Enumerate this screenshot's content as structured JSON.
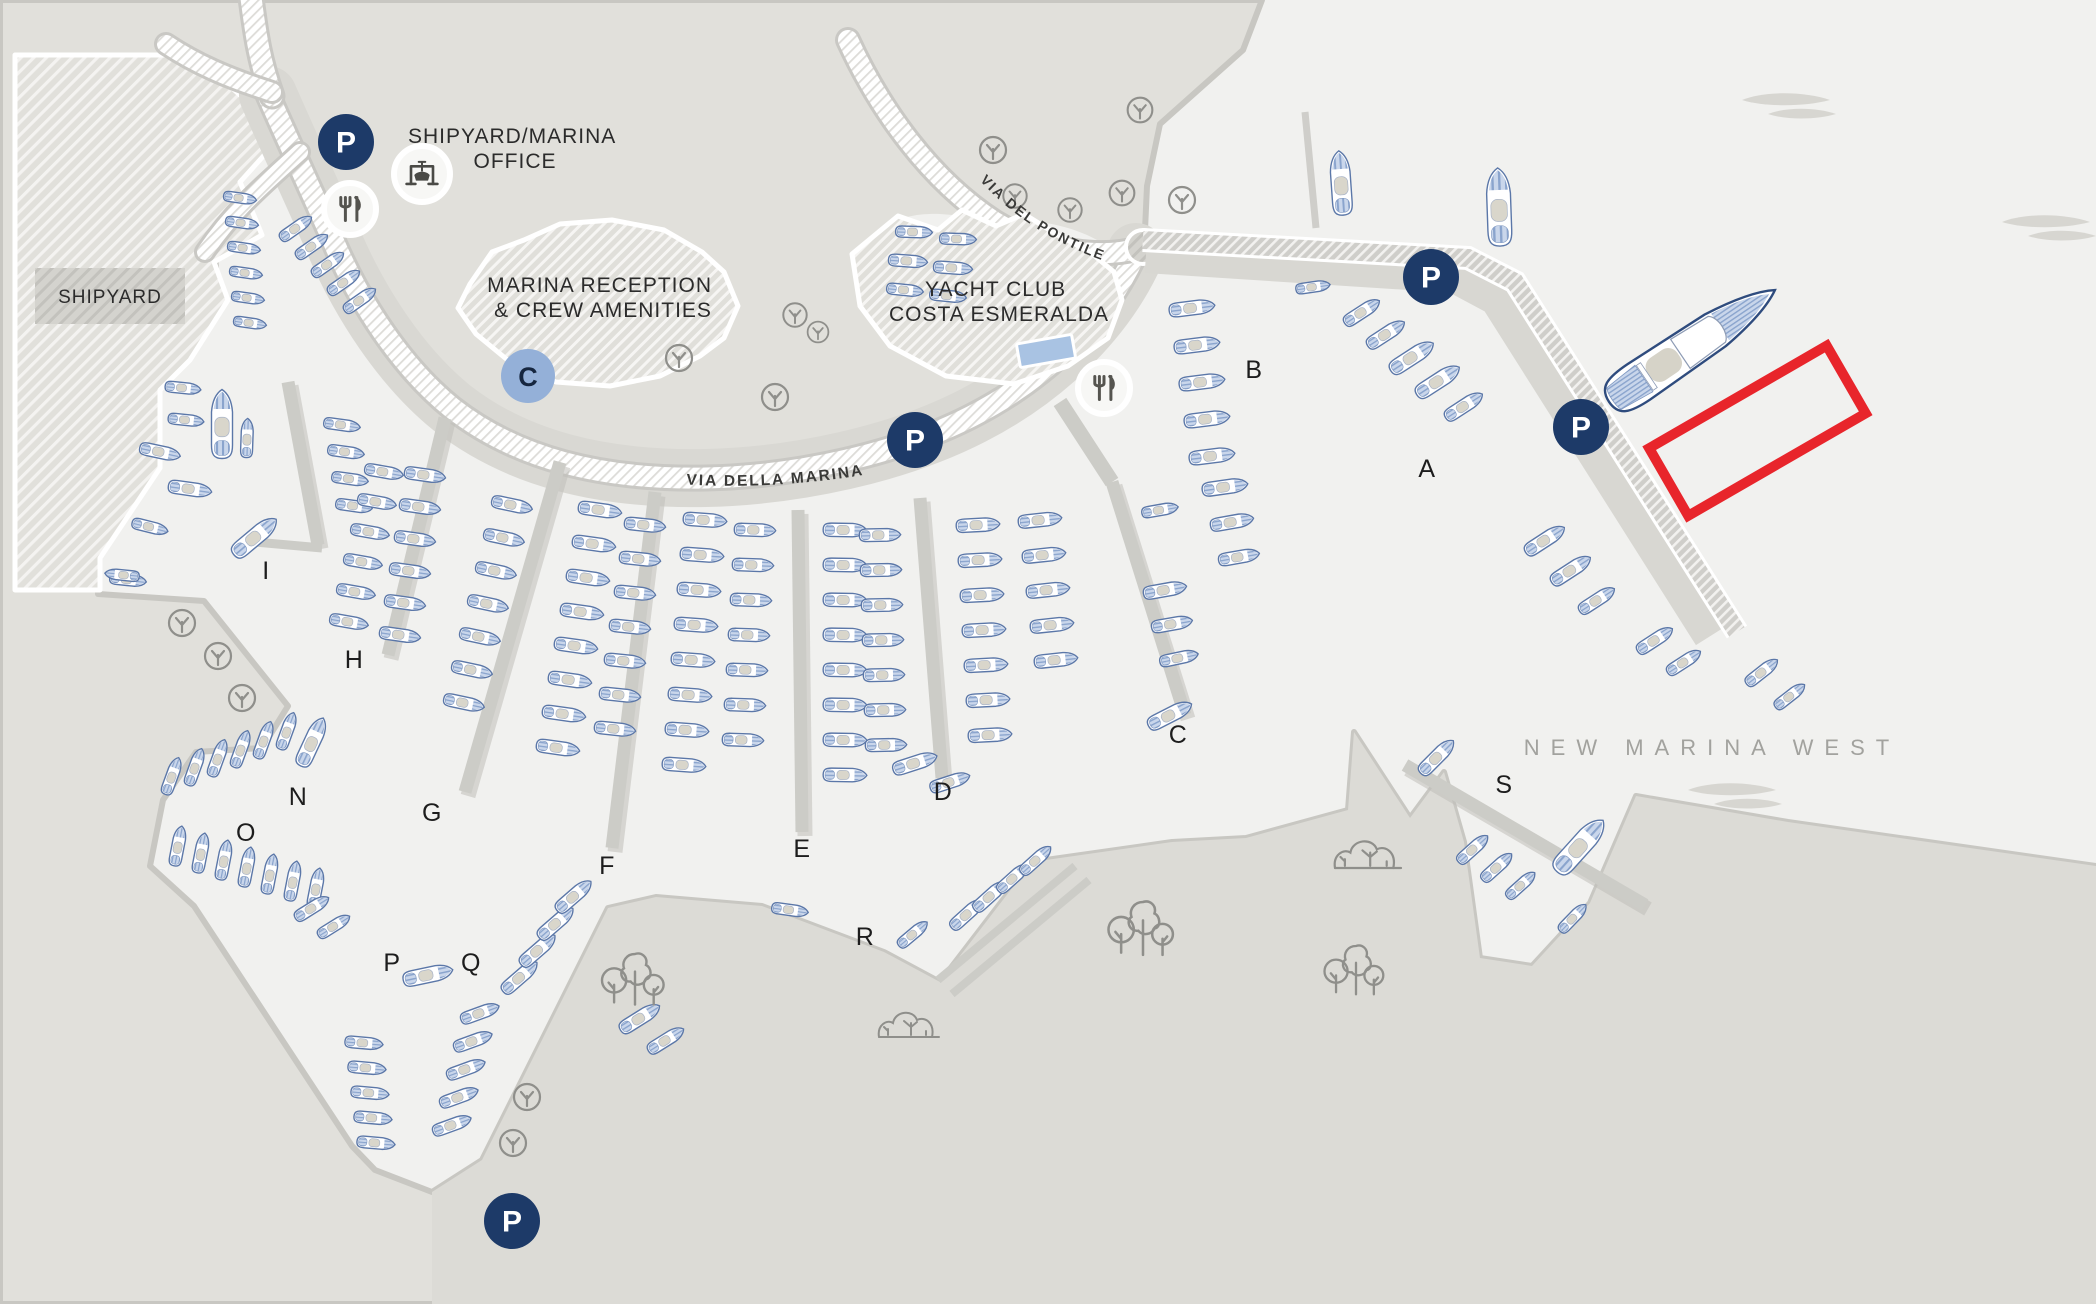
{
  "regions": {
    "shipyard": {
      "label": "SHIPYARD"
    },
    "office": {
      "lines": [
        "SHIPYARD/MARINA",
        "OFFICE"
      ]
    },
    "reception": {
      "lines": [
        "MARINA RECEPTION",
        "& CREW AMENITIES"
      ]
    },
    "yacht_club": {
      "lines": [
        "YACHT CLUB",
        "COSTA ESMERALDA"
      ]
    },
    "new_marina_west": {
      "label": "NEW MARINA WEST"
    }
  },
  "roads": {
    "via_della_marina": "VIA DELLA MARINA",
    "via_del_pontile": "VIA DEL PONTILE"
  },
  "docks": [
    {
      "label": "A"
    },
    {
      "label": "B"
    },
    {
      "label": "C"
    },
    {
      "label": "D"
    },
    {
      "label": "E"
    },
    {
      "label": "F"
    },
    {
      "label": "G"
    },
    {
      "label": "H"
    },
    {
      "label": "I"
    },
    {
      "label": "N"
    },
    {
      "label": "O"
    },
    {
      "label": "P"
    },
    {
      "label": "Q"
    },
    {
      "label": "R"
    },
    {
      "label": "S"
    }
  ],
  "markers": {
    "parking": {
      "label": "P",
      "count": 5
    },
    "crew_amenities": {
      "label": "C"
    },
    "icons": [
      "parking-icon",
      "crew-amenities-icon",
      "restaurant-icon",
      "boat-lift-icon",
      "tree-icon",
      "tree-cluster-icon",
      "bush-icon",
      "wave-icon",
      "boat-icon",
      "yacht-icon",
      "roundabout-icon",
      "pool-icon",
      "highlight-berth"
    ]
  },
  "highlight": {
    "name": "available-berth-outline"
  },
  "colors": {
    "parking-navy": "#1d3a68",
    "crew-blue": "#94b0d8",
    "highlight-red": "#e8252b",
    "pool-blue": "#a9c3e3",
    "boat-line": "#5b77a8",
    "label-dark": "#2b2b2b",
    "label-muted": "#a2a29e"
  }
}
